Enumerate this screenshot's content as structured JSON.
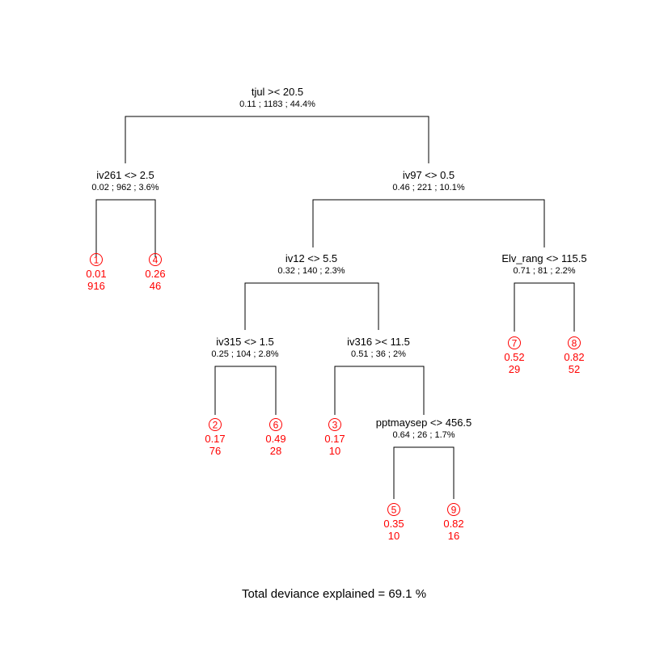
{
  "colors": {
    "split_text": "#000000",
    "leaf_text": "#ff0000",
    "edges": "#000000"
  },
  "caption": "Total deviance explained = 69.1 %",
  "splits": [
    {
      "id": "root",
      "label": "tjul >< 20.5",
      "stats": "0.11 ; 1183 ; 44.4%"
    },
    {
      "id": "iv261",
      "label": "iv261 <> 2.5",
      "stats": "0.02 ; 962 ; 3.6%"
    },
    {
      "id": "iv97",
      "label": "iv97 <> 0.5",
      "stats": "0.46 ; 221 ; 10.1%"
    },
    {
      "id": "iv12",
      "label": "iv12 <> 5.5",
      "stats": "0.32 ; 140 ; 2.3%"
    },
    {
      "id": "elv",
      "label": "Elv_rang <> 115.5",
      "stats": "0.71 ; 81 ; 2.2%"
    },
    {
      "id": "iv315",
      "label": "iv315 <> 1.5",
      "stats": "0.25 ; 104 ; 2.8%"
    },
    {
      "id": "iv316",
      "label": "iv316 >< 11.5",
      "stats": "0.51 ; 36 ; 2%"
    },
    {
      "id": "ppt",
      "label": "pptmaysep <> 456.5",
      "stats": "0.64 ; 26 ; 1.7%"
    }
  ],
  "leaves": [
    {
      "number": "1",
      "value": "0.01",
      "count": "916"
    },
    {
      "number": "4",
      "value": "0.26",
      "count": "46"
    },
    {
      "number": "2",
      "value": "0.17",
      "count": "76"
    },
    {
      "number": "6",
      "value": "0.49",
      "count": "28"
    },
    {
      "number": "3",
      "value": "0.17",
      "count": "10"
    },
    {
      "number": "5",
      "value": "0.35",
      "count": "10"
    },
    {
      "number": "9",
      "value": "0.82",
      "count": "16"
    },
    {
      "number": "7",
      "value": "0.52",
      "count": "29"
    },
    {
      "number": "8",
      "value": "0.82",
      "count": "52"
    }
  ]
}
